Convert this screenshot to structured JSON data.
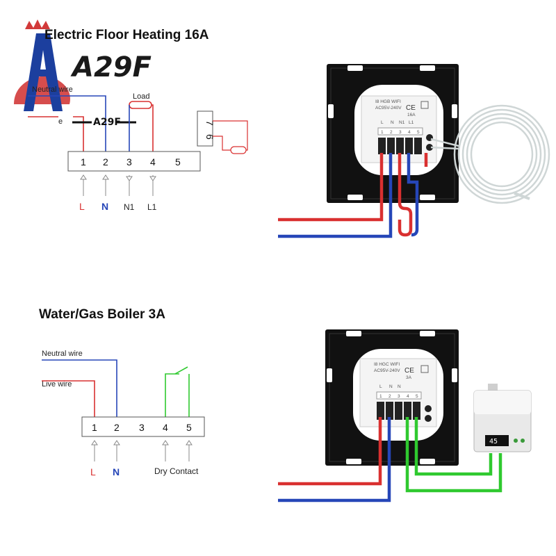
{
  "brand": {
    "logo_text": "A29F",
    "accent": "#1c3f9e",
    "crown_color": "#d23a3a"
  },
  "colors": {
    "live": "#d93030",
    "neutral": "#2646b8",
    "dry_contact": "#2fc92f",
    "panel": "#111111"
  },
  "section1": {
    "title": "Electric Floor Heating 16A",
    "neutral_wire": "Neutral wire",
    "live_wire": "e",
    "load": "Load",
    "terminals": [
      "1",
      "2",
      "3",
      "4",
      "5"
    ],
    "pins": [
      "L",
      "N",
      "N1",
      "L1"
    ],
    "sensor_terminals": [
      "7",
      "6"
    ],
    "device": {
      "model": "I8 HGB WIFI",
      "voltage": "AC95V-240V",
      "rating": "16A",
      "ce": "CE",
      "pins": [
        "L",
        "N",
        "N1",
        "L1"
      ],
      "nums": [
        "1",
        "2",
        "3",
        "4",
        "5"
      ]
    }
  },
  "section2": {
    "title": "Water/Gas Boiler 3A",
    "neutral_wire": "Neutral wire",
    "live_wire": "Live wire",
    "terminals": [
      "1",
      "2",
      "3",
      "4",
      "5"
    ],
    "pins": [
      "L",
      "N",
      "Dry Contact"
    ],
    "device": {
      "model": "I8 HGC WIFI",
      "voltage": "AC95V-240V",
      "rating": "3A",
      "ce": "CE",
      "pins": [
        "L",
        "N",
        "N"
      ],
      "nums": [
        "1",
        "2",
        "3",
        "4",
        "5"
      ],
      "boiler_display": "45"
    }
  }
}
